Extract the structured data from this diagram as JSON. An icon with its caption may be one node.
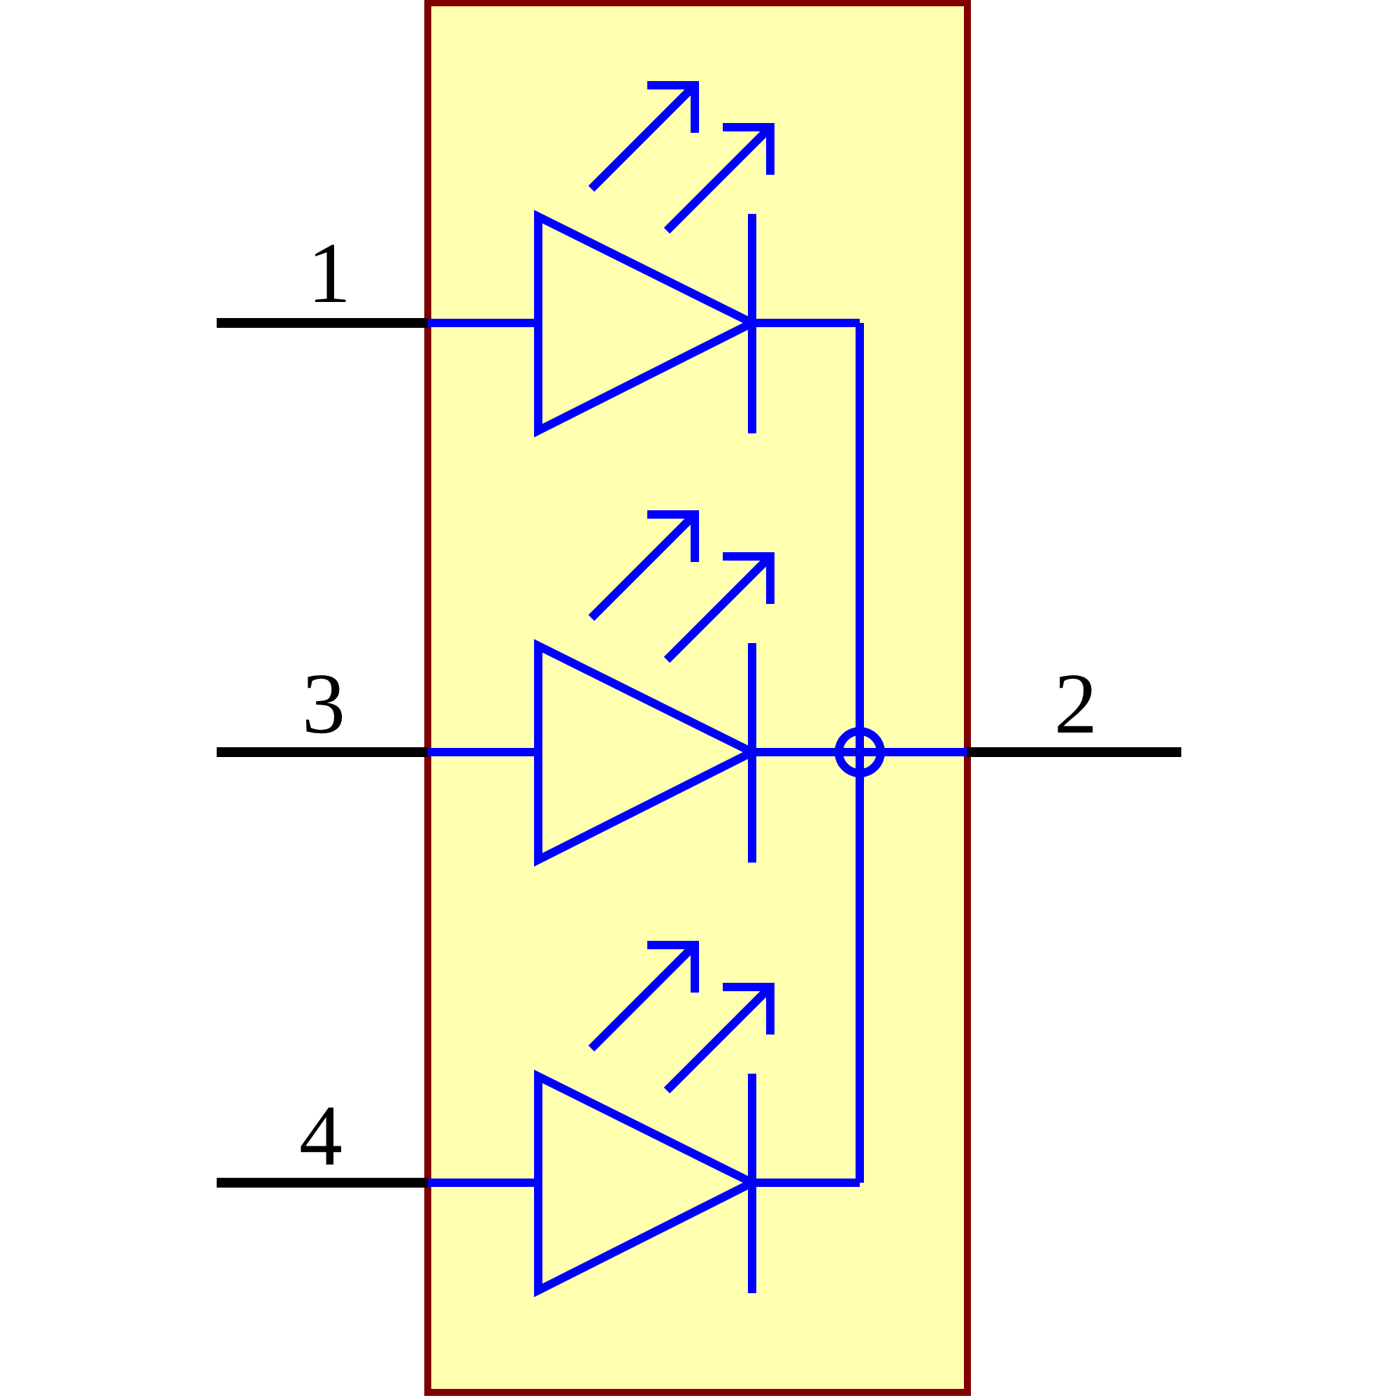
{
  "diagram": {
    "labels": [
      "1",
      "3",
      "2",
      "4"
    ]
  }
}
